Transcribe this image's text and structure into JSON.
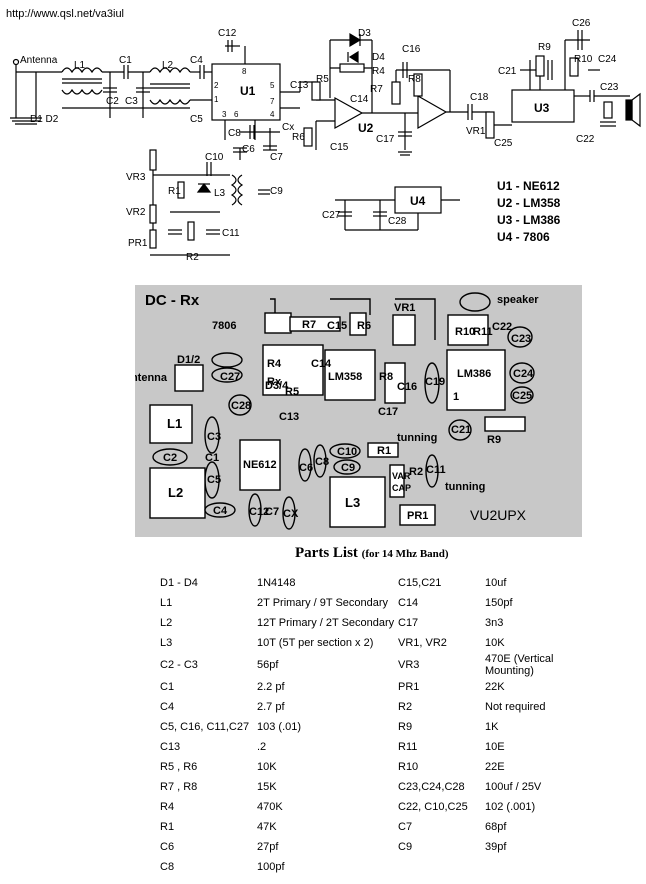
{
  "header": {
    "url": "http://www.qsl.net/va3iul"
  },
  "schematic": {
    "labels": [
      "Antenna",
      "L1",
      "L2",
      "C1",
      "C2",
      "C3",
      "C4",
      "C5",
      "C12",
      "U1",
      "8",
      "2",
      "1",
      "3",
      "6",
      "5",
      "7",
      "4",
      "C13",
      "R5",
      "D3",
      "D4",
      "R4",
      "R7",
      "C14",
      "C16",
      "R8",
      "C15",
      "U2",
      "R6",
      "C17",
      "C6",
      "C7",
      "C8",
      "Cx",
      "C10",
      "C9",
      "L3",
      "VR3",
      "R1",
      "VR2",
      "PR1",
      "R2",
      "C11",
      "D1 D2",
      "C18",
      "VR1",
      "R9",
      "C21",
      "C26",
      "R10",
      "C24",
      "C23",
      "U3",
      "C25",
      "C22",
      "C27",
      "C28",
      "U4"
    ],
    "legend": [
      "U1 - NE612",
      "U2 - LM358",
      "U3 - LM386",
      "U4 - 7806"
    ]
  },
  "pcb": {
    "labels": [
      "DC - Rx",
      "7806",
      "R7",
      "C15",
      "R6",
      "VR1",
      "speaker",
      "D1/2",
      "C27",
      "R4",
      "C14",
      "Rx",
      "R5",
      "LM358",
      "R8",
      "C16",
      "C19",
      "LM386",
      "R10",
      "R11",
      "C22",
      "C23",
      "C24",
      "C25",
      "Antenna",
      "D3/4",
      "C28",
      "C13",
      "C17",
      "1",
      "L1",
      "C3",
      "C2",
      "C1",
      "C5",
      "C4",
      "L2",
      "NE612",
      "C6",
      "C8",
      "C10",
      "C9",
      "R1",
      "R2",
      "VAR",
      "CAP",
      "C11",
      "C12",
      "C7",
      "CX",
      "tunning",
      "L3",
      "PR1",
      "C21",
      "R9",
      "VU2UPX"
    ]
  },
  "parts_list": {
    "title": "Parts List",
    "subtitle": "(for 14 Mhz Band)",
    "rows": [
      [
        "D1 - D4",
        "1N4148",
        "C15,C21",
        "10uf"
      ],
      [
        "L1",
        "2T Primary / 9T Secondary",
        "C14",
        "150pf"
      ],
      [
        "L2",
        "12T Primary / 2T Secondary",
        "C17",
        "3n3"
      ],
      [
        "L3",
        "10T (5T per section x 2)",
        "VR1, VR2",
        "10K"
      ],
      [
        "C2 - C3",
        "56pf",
        "VR3",
        "470E (Vertical Mounting)"
      ],
      [
        "C1",
        "2.2 pf",
        "PR1",
        "22K"
      ],
      [
        "C4",
        "2.7 pf",
        "R2",
        "Not required"
      ],
      [
        "C5, C16, C11,C27",
        "103 (.01)",
        "R9",
        "1K"
      ],
      [
        "C13",
        ".2",
        "R11",
        "10E"
      ],
      [
        "R5 ,  R6",
        "10K",
        "R10",
        "22E"
      ],
      [
        "R7 , R8",
        "15K",
        "C23,C24,C28",
        "100uf / 25V"
      ],
      [
        "R4",
        "470K",
        "C22, C10,C25",
        "102 (.001)"
      ],
      [
        "R1",
        "47K",
        "C7",
        "68pf"
      ],
      [
        "C6",
        "27pf",
        "C9",
        "39pf"
      ],
      [
        "C8",
        "100pf",
        "",
        ""
      ]
    ]
  }
}
